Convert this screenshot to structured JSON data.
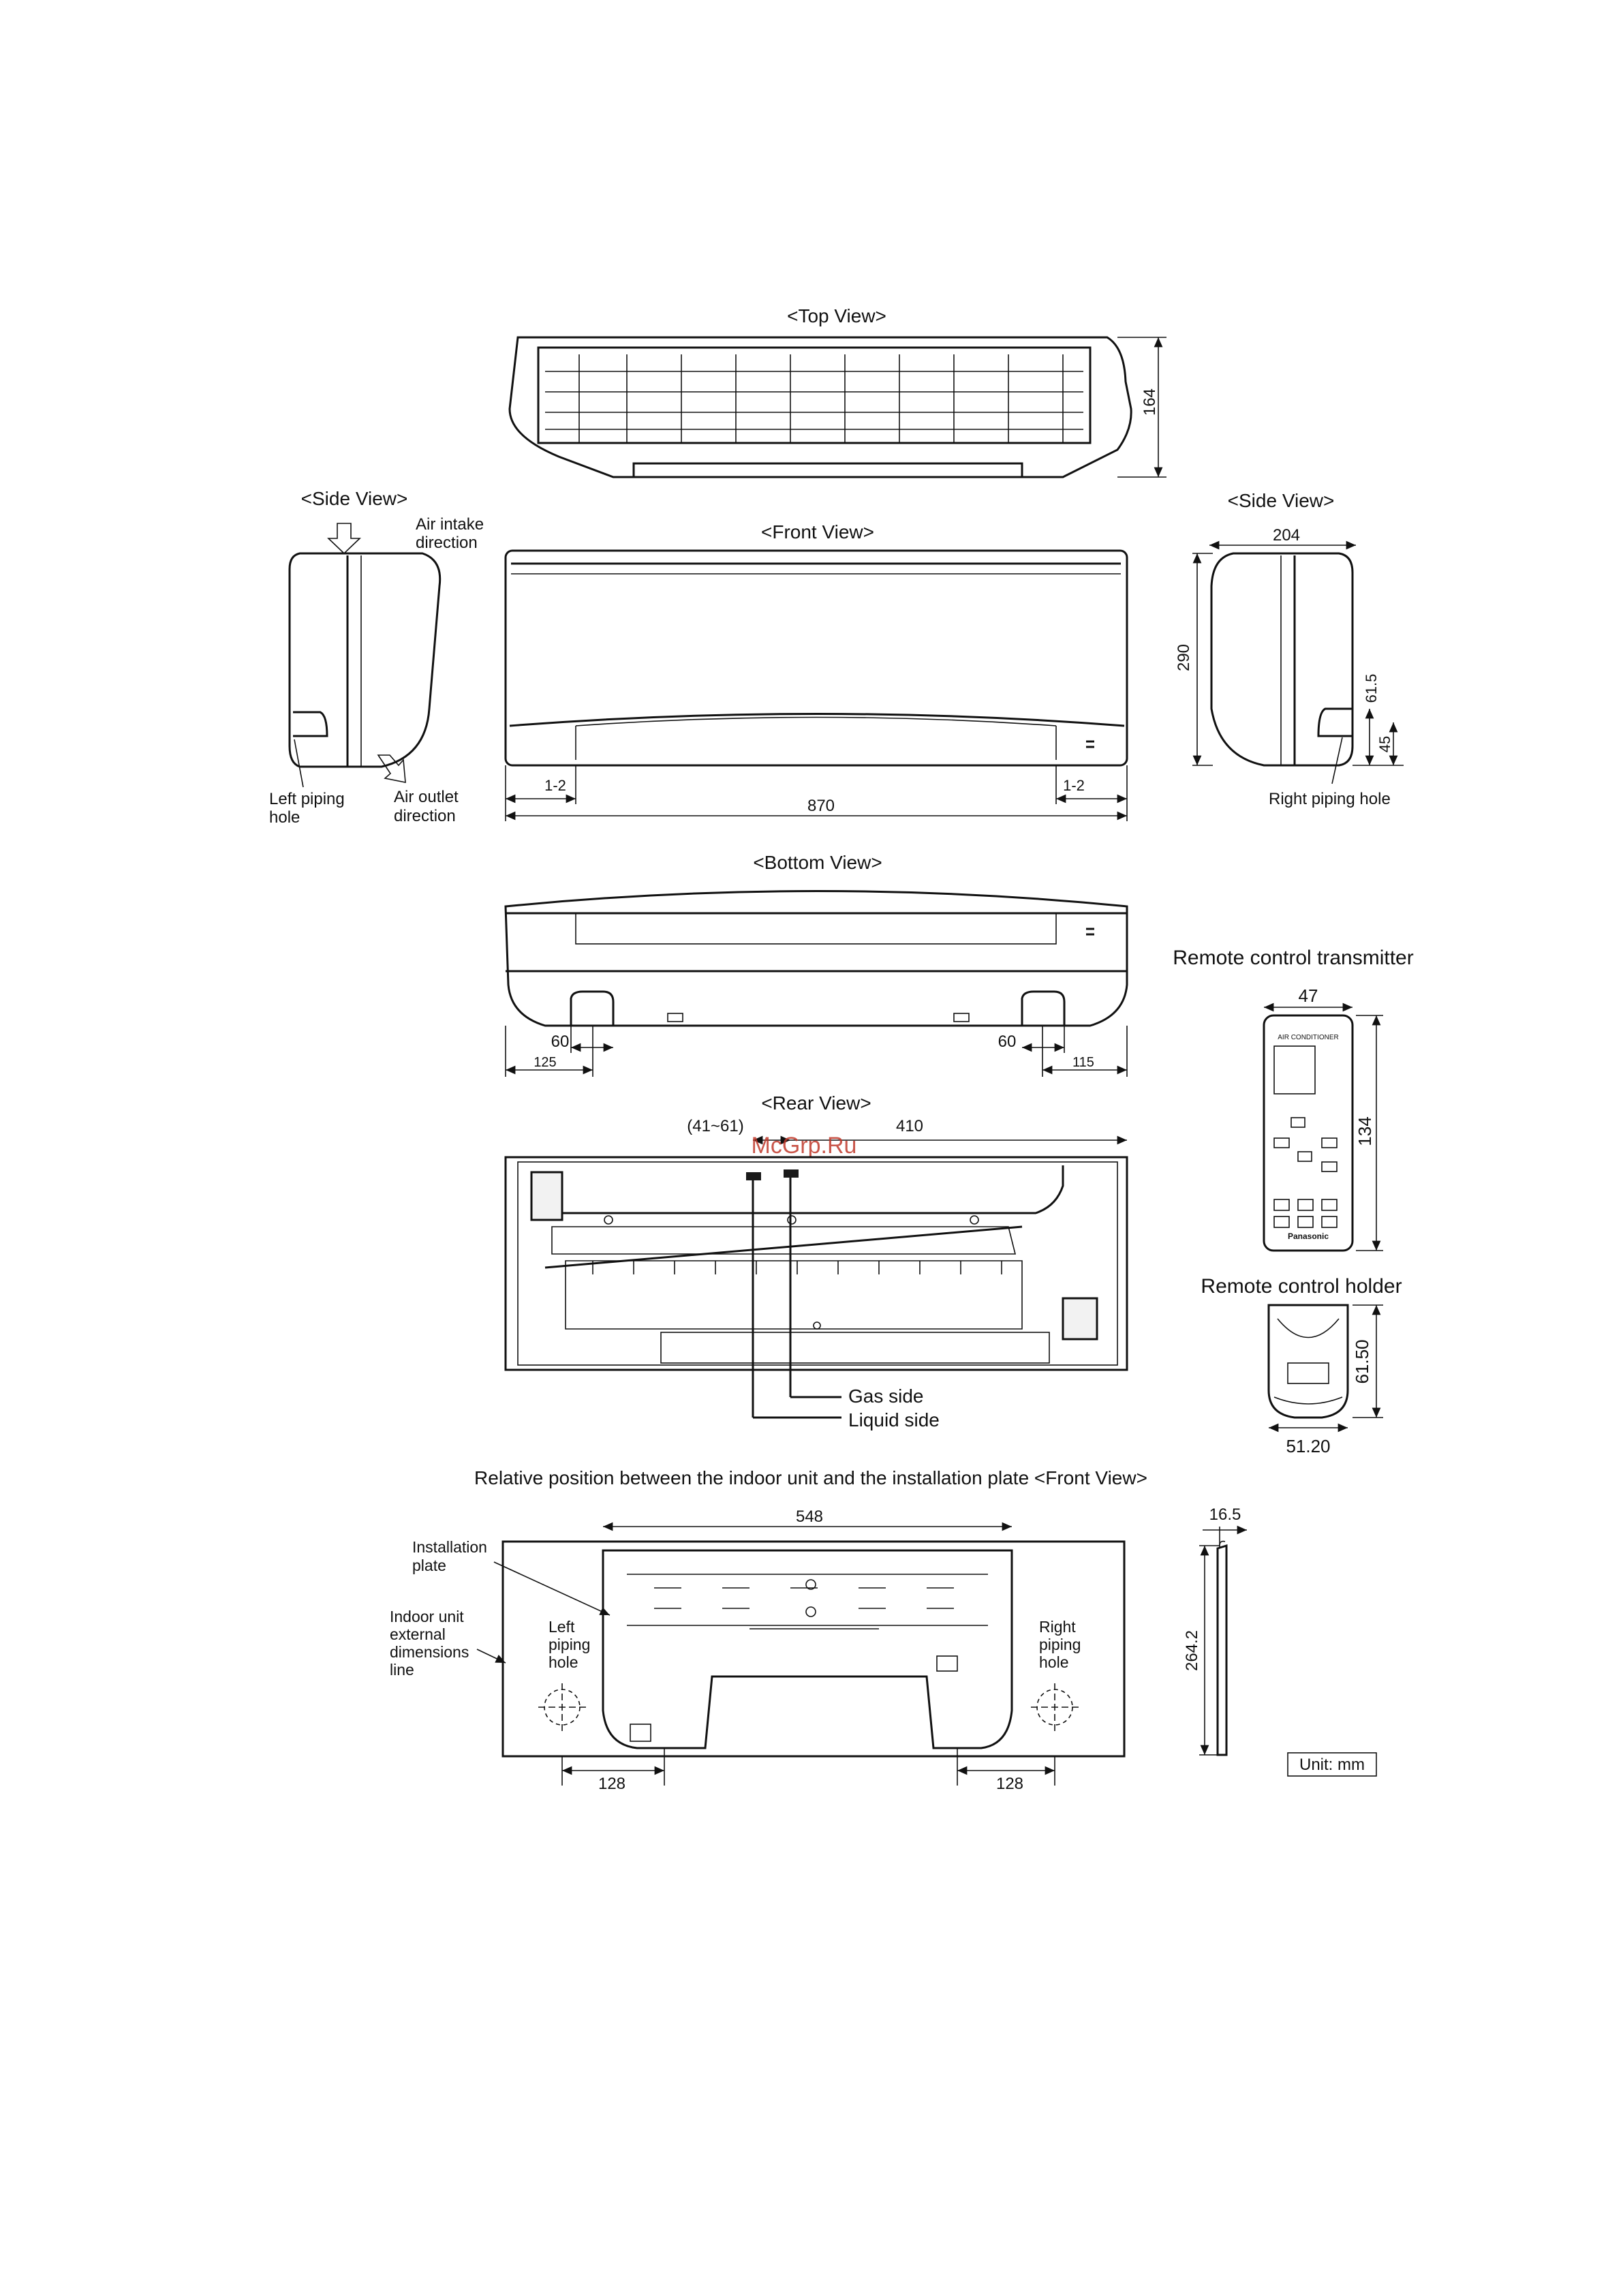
{
  "views": {
    "top": "<Top View>",
    "side_left": "<Side View>",
    "front": "<Front View>",
    "side_right": "<Side View>",
    "bottom": "<Bottom View>",
    "rear": "<Rear View>"
  },
  "labels": {
    "air_intake_1": "Air intake",
    "air_intake_2": "direction",
    "air_outlet_1": "Air outlet",
    "air_outlet_2": "direction",
    "left_piping_1": "Left piping",
    "left_piping_2": "hole",
    "right_piping": "Right piping hole",
    "gas_side": "Gas side",
    "liquid_side": "Liquid side",
    "remote_transmitter": "Remote control transmitter",
    "remote_holder": "Remote control holder",
    "relative_position": "Relative position between the indoor unit and the installation plate <Front View>",
    "installation_plate_1": "Installation",
    "installation_plate_2": "plate",
    "indoor_line_1": "Indoor unit",
    "indoor_line_2": "external",
    "indoor_line_3": "dimensions",
    "indoor_line_4": "line",
    "plate_left_1": "Left",
    "plate_left_2": "piping",
    "plate_left_3": "hole",
    "plate_right_1": "Right",
    "plate_right_2": "piping",
    "plate_right_3": "hole",
    "unit": "Unit: mm",
    "watermark": "McGrp.Ru"
  },
  "dimensions": {
    "top_depth": "164",
    "side_width": "204",
    "height": "290",
    "pipe_hole_61_5": "61.5",
    "pipe_hole_45": "45",
    "front_gap_left": "1-2",
    "front_gap_right": "1-2",
    "width": "870",
    "bottom_60_left": "60",
    "bottom_125": "125",
    "bottom_60_right": "60",
    "bottom_115": "115",
    "rear_41_61": "(41~61)",
    "rear_410": "410",
    "remote_width": "47",
    "remote_height": "134",
    "holder_height": "61.50",
    "holder_width": "51.20",
    "plate_548": "548",
    "plate_16_5": "16.5",
    "plate_264_2": "264.2",
    "plate_128_left": "128",
    "plate_128_right": "128"
  }
}
